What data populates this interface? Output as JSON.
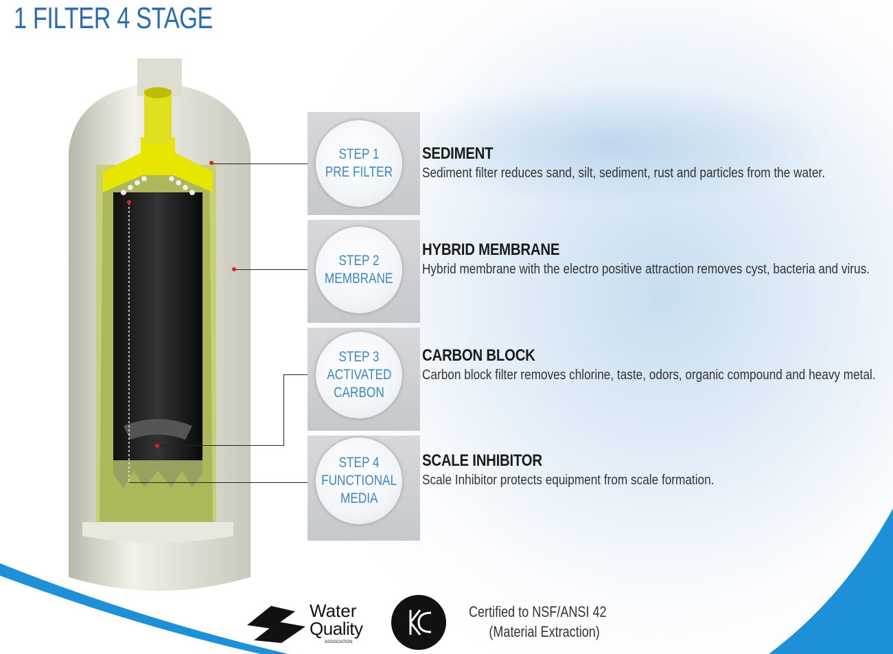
{
  "title": "1 FILTER 4 STAGE",
  "steps": [
    {
      "step": "STEP 1",
      "lines": [
        "PRE FILTER"
      ],
      "heading": "SEDIMENT",
      "description": "Sediment filter reduces sand, silt, sediment, rust and particles from the water."
    },
    {
      "step": "STEP 2",
      "lines": [
        "MEMBRANE"
      ],
      "heading": "HYBRID MEMBRANE",
      "description": "Hybrid membrane with the electro positive attraction removes cyst, bacteria and virus."
    },
    {
      "step": "STEP 3",
      "lines": [
        "ACTIVATED",
        "CARBON"
      ],
      "heading": "CARBON BLOCK",
      "description": "Carbon block filter removes chlorine, taste, odors, organic compound and heavy metal."
    },
    {
      "step": "STEP 4",
      "lines": [
        "FUNCTIONAL",
        "MEDIA"
      ],
      "heading": "SCALE INHIBITOR",
      "description": "Scale Inhibitor protects equipment from scale formation."
    }
  ],
  "certifications": {
    "wqa_logo": {
      "line1": "Water",
      "line2": "Quality",
      "line3": "ASSOCIATION"
    },
    "kc_logo": "KC",
    "text_line1": "Certified to NSF/ANSI 42",
    "text_line2": "(Material Extraction)"
  },
  "colors": {
    "title": "#2a6cb4",
    "step_text": "#3d86c6",
    "swoosh": "#1e90d8",
    "accent_yellow": "#e8e81a"
  }
}
